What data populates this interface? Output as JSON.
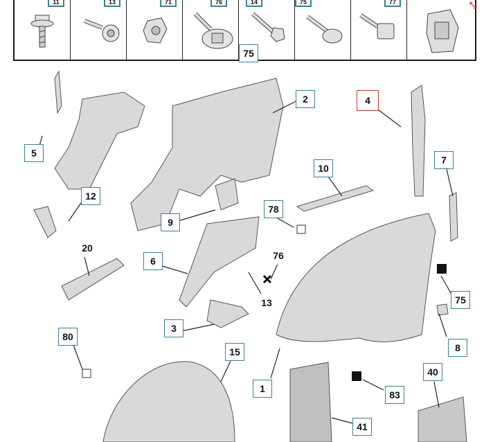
{
  "strip": {
    "cells": [
      {
        "id": "screw-a",
        "tab": "11"
      },
      {
        "id": "screw-b",
        "tab": "13"
      },
      {
        "id": "nut-c",
        "tab": "71"
      },
      {
        "id": "screw-d",
        "tab": "76"
      },
      {
        "id": "screw-e",
        "tab": "14"
      },
      {
        "id": "screw-f",
        "tab": "75"
      },
      {
        "id": "clip-g",
        "tab": "77"
      },
      {
        "id": "bracket-h",
        "tab": ""
      }
    ],
    "label_75": "75"
  },
  "callouts": {
    "c2": "2",
    "c4": "4",
    "c5": "5",
    "c7": "7",
    "c10": "10",
    "c12": "12",
    "c9": "9",
    "c78": "78",
    "c20": "20",
    "c6": "6",
    "c76": "76",
    "c13": "13",
    "c75": "75",
    "c3": "3",
    "c80": "80",
    "c15": "15",
    "c8": "8",
    "c1": "1",
    "c40": "40",
    "c83": "83",
    "c41": "41"
  },
  "colors": {
    "label_border": "#3b7f95",
    "selected_border": "#c0392b",
    "part_fill": "#d9d9d9",
    "part_stroke": "#555555"
  }
}
